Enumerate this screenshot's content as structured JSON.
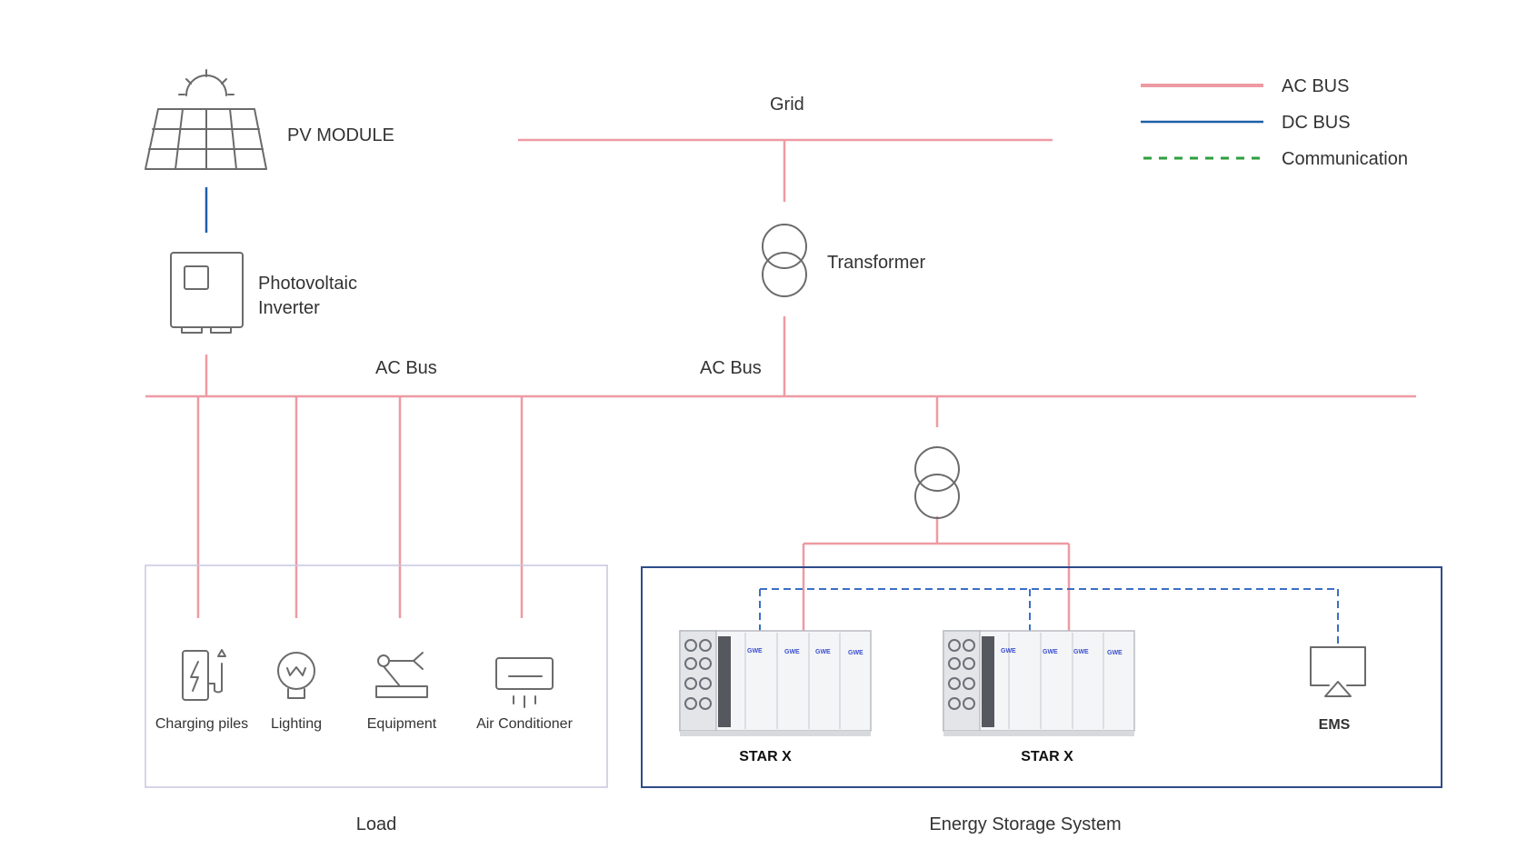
{
  "colors": {
    "ac_bus": "#ee9aa3",
    "dc_bus": "#1f5fa8",
    "communication": "#2e9e3e",
    "comm_line_in_diagram": "#3b6fc4",
    "ess_border": "#2d4c8a",
    "load_border": "#c9c6e0"
  },
  "legend": {
    "ac_bus": "AC BUS",
    "dc_bus": "DC BUS",
    "communication": "Communication"
  },
  "labels": {
    "pv_module": "PV MODULE",
    "grid": "Grid",
    "transformer": "Transformer",
    "pv_inverter_line1": "Photovoltaic",
    "pv_inverter_line2": "Inverter",
    "ac_bus_left": "AC Bus",
    "ac_bus_right": "AC Bus",
    "load": "Load",
    "energy_storage_system": "Energy Storage System"
  },
  "loads": [
    {
      "label": "Charging piles",
      "icon": "charging-pile-icon"
    },
    {
      "label": "Lighting",
      "icon": "light-bulb-icon"
    },
    {
      "label": "Equipment",
      "icon": "robot-arm-icon"
    },
    {
      "label": "Air Conditioner",
      "icon": "air-conditioner-icon"
    }
  ],
  "storage_units": [
    {
      "label": "STAR X",
      "brand": "GWE"
    },
    {
      "label": "STAR X",
      "brand": "GWE"
    }
  ],
  "ems": {
    "label": "EMS",
    "icon": "monitor-icon"
  }
}
